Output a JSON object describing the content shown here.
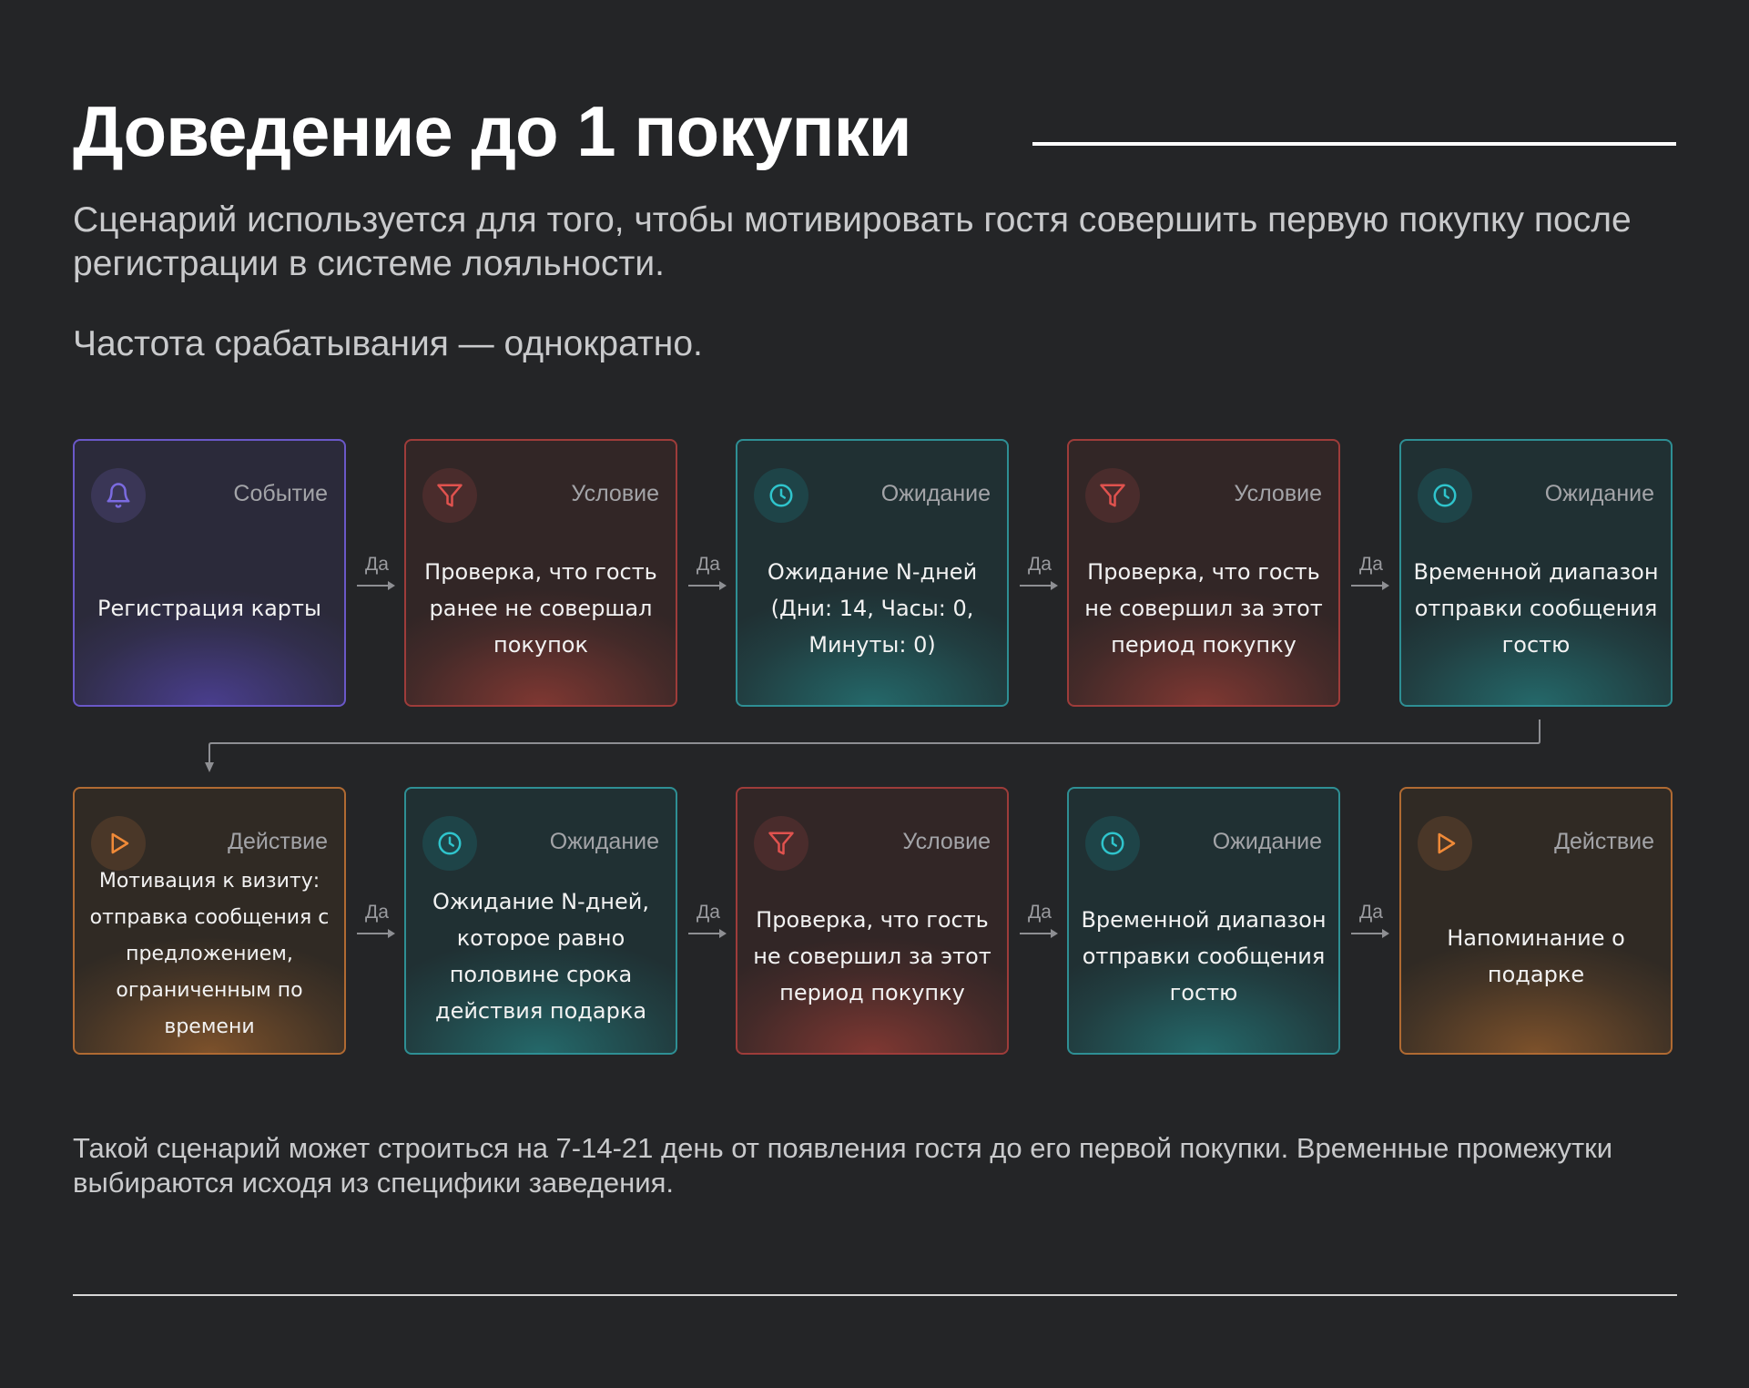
{
  "header": {
    "title": "Доведение до 1 покупки",
    "intro": "Сценарий используется для того, чтобы мотивировать гостя совершить первую покупку после регистрации в системе лояльности.",
    "frequency": "Частота срабатывания — однократно."
  },
  "flow": {
    "yes_label": "Да",
    "colors": {
      "event": "#6a58c8",
      "condition": "#9e3c3a",
      "wait": "#2e8f94",
      "action": "#b06a32"
    },
    "row1": [
      {
        "type": "Событие",
        "icon": "bell-icon",
        "text": "Регистрация карты"
      },
      {
        "type": "Условие",
        "icon": "filter-icon",
        "text": "Проверка, что гость ранее не совершал покупок"
      },
      {
        "type": "Ожидание",
        "icon": "clock-icon",
        "text": "Ожидание N-дней (Дни: 14, Часы: 0, Минуты: 0)"
      },
      {
        "type": "Условие",
        "icon": "filter-icon",
        "text": "Проверка, что гость не совершил за этот период покупку"
      },
      {
        "type": "Ожидание",
        "icon": "clock-icon",
        "text": "Временной диапазон отправки сообщения гостю"
      }
    ],
    "row2": [
      {
        "type": "Действие",
        "icon": "play-icon",
        "text": "Мотивация к визиту: отправка сообщения с предложением, ограниченным по времени"
      },
      {
        "type": "Ожидание",
        "icon": "clock-icon",
        "text": "Ожидание N-дней, которое равно половине срока действия подарка"
      },
      {
        "type": "Условие",
        "icon": "filter-icon",
        "text": "Проверка, что гость не совершил за этот период покупку"
      },
      {
        "type": "Ожидание",
        "icon": "clock-icon",
        "text": "Временной диапазон отправки сообщения гостю"
      },
      {
        "type": "Действие",
        "icon": "play-icon",
        "text": "Напоминание о подарке"
      }
    ]
  },
  "footer": {
    "note": "Такой сценарий может строиться на 7-14-21 день от появления гостя до его первой покупки. Временные промежутки выбираются исходя из специфики заведения."
  }
}
